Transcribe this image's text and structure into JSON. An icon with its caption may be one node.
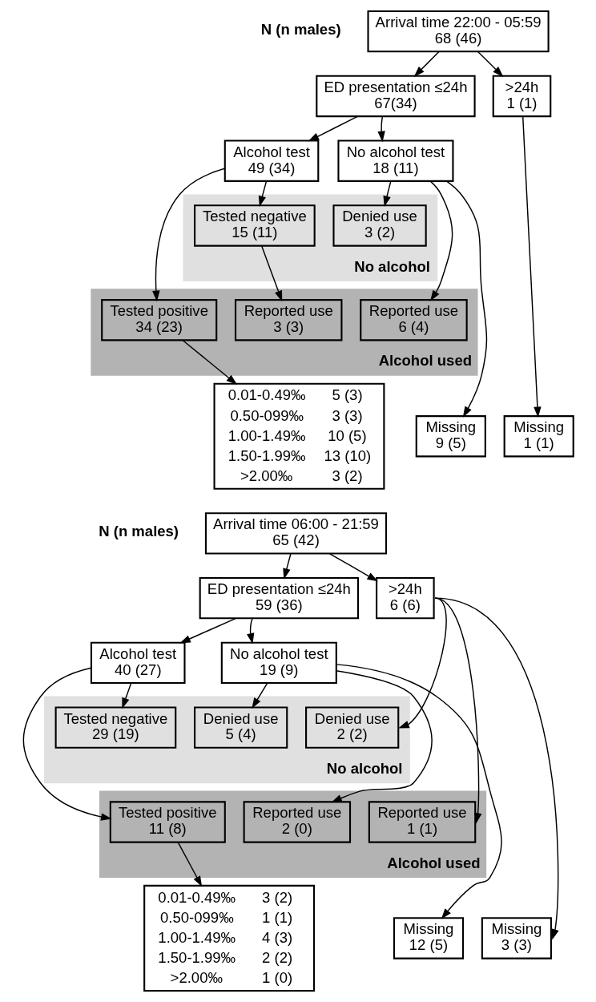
{
  "diagram": {
    "nodes": [
      {
        "text": [
          "Arrival time 22:00 - 05:59",
          "68 (46)"
        ]
      },
      {
        "text": [
          "ED presentation ≤24h",
          "67(34)"
        ]
      },
      {
        "text": [
          ">24h",
          "1 (1)"
        ]
      },
      {
        "text": [
          "Alcohol test",
          "49 (34)"
        ]
      },
      {
        "text": [
          "No alcohol test",
          "18 (11)"
        ]
      },
      {
        "text": [
          "No alcohol"
        ]
      },
      {
        "text": [
          "Tested negative",
          "15 (11)"
        ],
        "in": 5
      },
      {
        "text": [
          "Denied use",
          "3 (2)"
        ],
        "in": 5
      },
      {
        "text": [
          "Alcohol used"
        ]
      },
      {
        "text": [
          "Tested positive",
          "34 (23)"
        ],
        "in": 8
      },
      {
        "text": [
          "Reported use",
          "3 (3)"
        ],
        "in": 8
      },
      {
        "text": [
          "Reported use",
          "6 (4)"
        ],
        "in": 8
      },
      {
        "text": [
          "0.01-0.49‰",
          "5 (3)",
          "0.50-099‰",
          "3 (3)",
          "1.00-1.49‰",
          "10 (5)",
          "1.50-1.99‰",
          "13 (10)",
          ">2.00‰",
          "3 (2)"
        ]
      },
      {
        "text": [
          "Missing",
          "9 (5)"
        ]
      },
      {
        "text": [
          "Missing",
          "1 (1)"
        ]
      },
      {
        "text": [
          "Arrival time 06:00 - 21:59",
          "65 (42)"
        ]
      },
      {
        "text": [
          "ED presentation ≤24h",
          "59 (36)"
        ]
      },
      {
        "text": [
          ">24h",
          "6 (6)"
        ]
      },
      {
        "text": [
          "Alcohol test",
          "40 (27)"
        ]
      },
      {
        "text": [
          "No alcohol test",
          "19 (9)"
        ]
      },
      {
        "text": [
          "No alcohol"
        ]
      },
      {
        "text": [
          "Tested negative",
          "29 (19)"
        ],
        "in": 20
      },
      {
        "text": [
          "Denied use",
          "5 (4)"
        ],
        "in": 20
      },
      {
        "text": [
          "Denied use",
          "2 (2)"
        ],
        "in": 20
      },
      {
        "text": [
          "Alcohol used"
        ]
      },
      {
        "text": [
          "Tested positive",
          "11 (8)"
        ],
        "in": 24
      },
      {
        "text": [
          "Reported use",
          "2 (0)"
        ],
        "in": 24
      },
      {
        "text": [
          "Reported use",
          "1 (1)"
        ],
        "in": 24
      },
      {
        "text": [
          "0.01-0.49‰",
          "3 (2)",
          "0.50-099‰",
          "1 (1)",
          "1.00-1.49‰",
          "4 (3)",
          "1.50-1.99‰",
          "2 (2)",
          ">2.00‰",
          "1 (0)"
        ]
      },
      {
        "text": [
          "Missing",
          "12 (5)"
        ]
      },
      {
        "text": [
          "Missing",
          "3 (3)"
        ]
      }
    ],
    "edges": [
      {
        "from": 0,
        "to": 1,
        "arrow": "to"
      },
      {
        "from": 0,
        "to": 2,
        "arrow": "to"
      },
      {
        "from": 1,
        "to": 3,
        "arrow": "to"
      },
      {
        "from": 1,
        "to": 4,
        "arrow": "to"
      },
      {
        "from": 3,
        "to": 9,
        "arrow": "to"
      },
      {
        "from": 3,
        "to": 6,
        "arrow": "to"
      },
      {
        "from": 6,
        "to": 10,
        "arrow": "to"
      },
      {
        "from": 4,
        "to": 11,
        "arrow": "to"
      },
      {
        "from": 4,
        "to": 7,
        "arrow": "to"
      },
      {
        "from": 4,
        "to": 13,
        "arrow": "to"
      },
      {
        "from": 2,
        "to": 14,
        "arrow": "to"
      },
      {
        "from": 9,
        "to": 12,
        "arrow": "to"
      },
      {
        "from": 15,
        "to": 16,
        "arrow": "to"
      },
      {
        "from": 15,
        "to": 17,
        "arrow": "to"
      },
      {
        "from": 16,
        "to": 18,
        "arrow": "to"
      },
      {
        "from": 16,
        "to": 19,
        "arrow": "to"
      },
      {
        "from": 18,
        "to": 25,
        "arrow": "to"
      },
      {
        "from": 18,
        "to": 21,
        "arrow": "to"
      },
      {
        "from": 19,
        "to": 26,
        "arrow": "to"
      },
      {
        "from": 19,
        "to": 22,
        "arrow": "to"
      },
      {
        "from": 19,
        "to": 29,
        "arrow": "to"
      },
      {
        "from": 17,
        "to": 23,
        "arrow": "to"
      },
      {
        "from": 17,
        "to": 27,
        "arrow": "to"
      },
      {
        "from": 17,
        "to": 30,
        "arrow": "to"
      },
      {
        "from": 25,
        "to": 28,
        "arrow": "to"
      }
    ],
    "labels": [
      "N (n males)",
      "N (n males)"
    ]
  }
}
